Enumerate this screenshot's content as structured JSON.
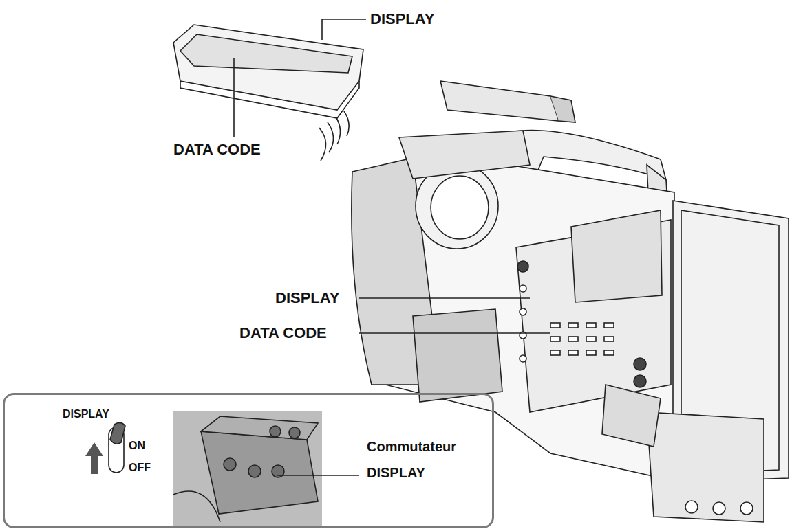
{
  "diagram": {
    "nodes": [
      {
        "text": [
          "DISPLAY",
          "ON",
          "OFF",
          "Commutateur DISPLAY"
        ]
      }
    ],
    "labels": [
      "DISPLAY",
      "DATA CODE",
      "DISPLAY",
      "DATA CODE"
    ]
  }
}
